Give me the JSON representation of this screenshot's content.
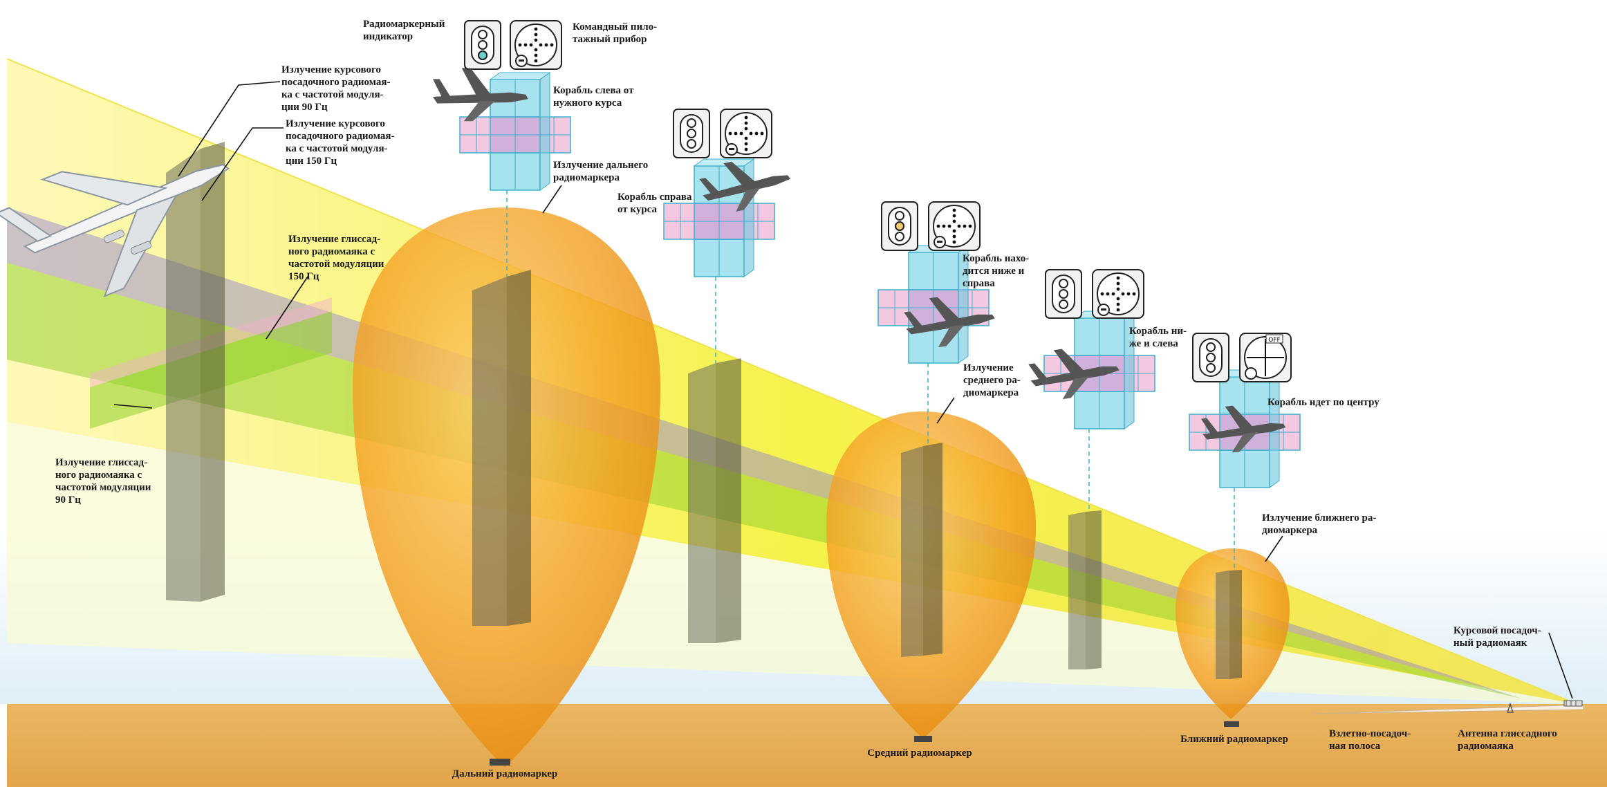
{
  "colors": {
    "ground": "#e9b25e",
    "runway": "#f7efe2",
    "marker_lobe": "#f59a1c",
    "localizer_beam": "#f2ef2c",
    "glide_beam_90": "#8fd02a",
    "glide_beam_150": "#8d7fd6",
    "cross_pink": "#f0b6d6",
    "cross_cyan": "#8ad8ea",
    "pillar": "#6e6e5e"
  },
  "labels": {
    "marker_indicator": "Радиомаркерный\nиндикатор",
    "flight_director": "Командный пило-\nтажный прибор",
    "loc_90": "Излучение курсового\nпосадочного радиомая-\nка с частотой модуля-\nции 90 Гц",
    "loc_150": "Излучение курсового\nпосадочного радиомая-\nка с частотой модуля-\nции 150 Гц",
    "gs_150": "Излучение глиссад-\nного радиомаяка с\nчастотой модуляции\n150 Гц",
    "gs_90": "Излучение глиссад-\nного радиомаяка с\nчастотой модуляции\n90 Гц",
    "ship_left": "Корабль слева от\nнужного курса",
    "outer_emission": "Излучение дальнего\nрадиомаркера",
    "ship_right": "Корабль справа\nот курса",
    "ship_low_right": "Корабль нахо-\nдится ниже и\nсправа",
    "middle_emission": "Излучение\nсреднего ра-\nдиомаркера",
    "ship_low_left": "Корабль ни-\nже и слева",
    "ship_center": "Корабль идет по центру",
    "inner_emission": "Излучение ближнего ра-\nдиомаркера",
    "localizer": "Курсовой посадоч-\nный радиомаяк",
    "outer_marker": "Дальний радиомаркер",
    "middle_marker": "Средний радиомаркер",
    "inner_marker": "Ближний радиомаркер",
    "runway": "Взлетно-посадоч-\nная полоса",
    "gs_antenna": "Антенна глиссадного\nрадиомаяка",
    "off_flag": "OFF"
  },
  "icons": [
    "airliner-icon",
    "marker-indicator-icon",
    "flight-director-icon",
    "cross-section-icon"
  ]
}
